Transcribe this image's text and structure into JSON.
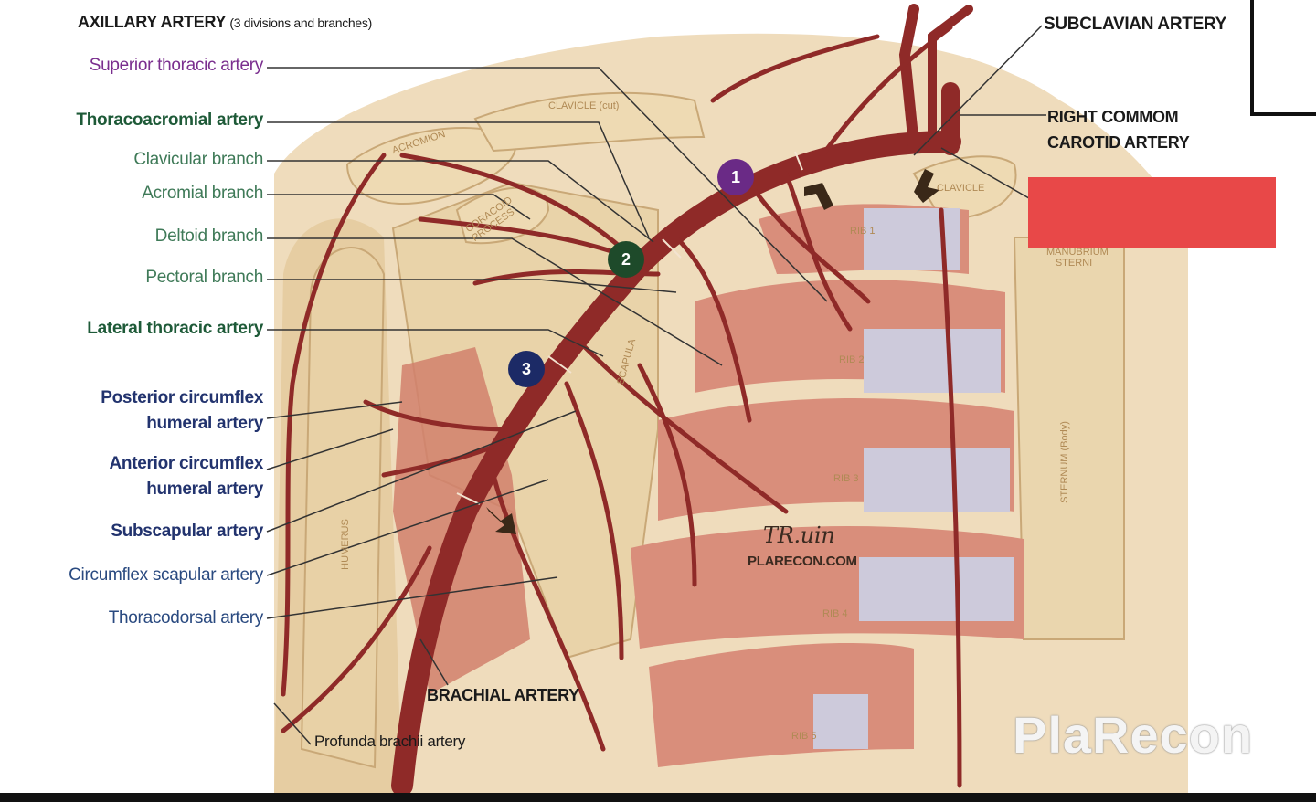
{
  "title": {
    "main": "AXILLARY ARTERY",
    "sub": "(3 divisions and branches)"
  },
  "labels": {
    "superior_thoracic": "Superior thoracic artery",
    "thoracoacromial": "Thoracoacromial artery",
    "clavicular": "Clavicular branch",
    "acromial": "Acromial branch",
    "deltoid": "Deltoid branch",
    "pectoral": "Pectoral branch",
    "lateral_thoracic": "Lateral thoracic artery",
    "posterior_circumflex_1": "Posterior circumflex",
    "posterior_circumflex_2": "humeral artery",
    "anterior_circumflex_1": "Anterior circumflex",
    "anterior_circumflex_2": "humeral artery",
    "subscapular": "Subscapular artery",
    "circumflex_scapular": "Circumflex scapular artery",
    "thoracodorsal": "Thoracodorsal artery",
    "subclavian": "SUBCLAVIAN ARTERY",
    "right_carotid_1": "RIGHT COMMOM",
    "right_carotid_2": "CAROTID ARTERY",
    "brachial": "BRACHIAL ARTERY",
    "profunda": "Profunda brachii artery"
  },
  "bones": {
    "clavicle_left": "CLAVICLE (cut)",
    "acromion": "ACROMION",
    "coracoid": "CORACOID PROCESS",
    "clavicle_right": "CLAVICLE",
    "rib1": "RIB 1",
    "rib2": "RIB 2",
    "rib3": "RIB 3",
    "rib4": "RIB 4",
    "rib5": "RIB 5",
    "manubrium": "MANUBRIUM STERNI",
    "sternum": "STERNUM (Body)",
    "scapula": "SCAPULA",
    "humerus": "HUMERUS"
  },
  "divisions": [
    {
      "number": "1",
      "color": "#6a2a86"
    },
    {
      "number": "2",
      "color": "#1e4a2a"
    },
    {
      "number": "3",
      "color": "#1c2a66"
    }
  ],
  "signature": "TR.uin",
  "site": "PLARECON.COM",
  "watermark": "PlaRecon",
  "colors": {
    "artery": "#8f2a28",
    "bone": "#ead3ab",
    "muscle": "#d88f7c",
    "cartilage": "#c9c6d8",
    "redact": "#e84848"
  }
}
